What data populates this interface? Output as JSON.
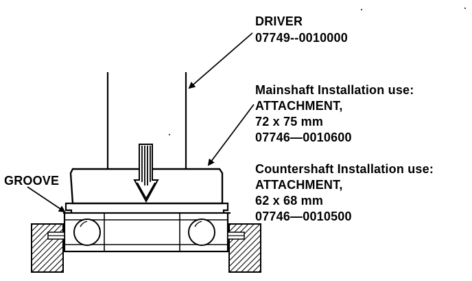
{
  "labels": {
    "driver_name": "DRIVER",
    "driver_part": "07749--0010000",
    "main_use": "Mainshaft Installation use:",
    "main_attachment": "ATTACHMENT,",
    "main_size": "72 x 75 mm",
    "main_part": "07746—0010600",
    "counter_use": "Countershaft Installation use:",
    "counter_attachment": "ATTACHMENT,",
    "counter_size": "62 x 68 mm",
    "counter_part": "07746—0010500",
    "groove": "GROOVE"
  },
  "colors": {
    "ink": "#000000",
    "paper": "#ffffff"
  }
}
